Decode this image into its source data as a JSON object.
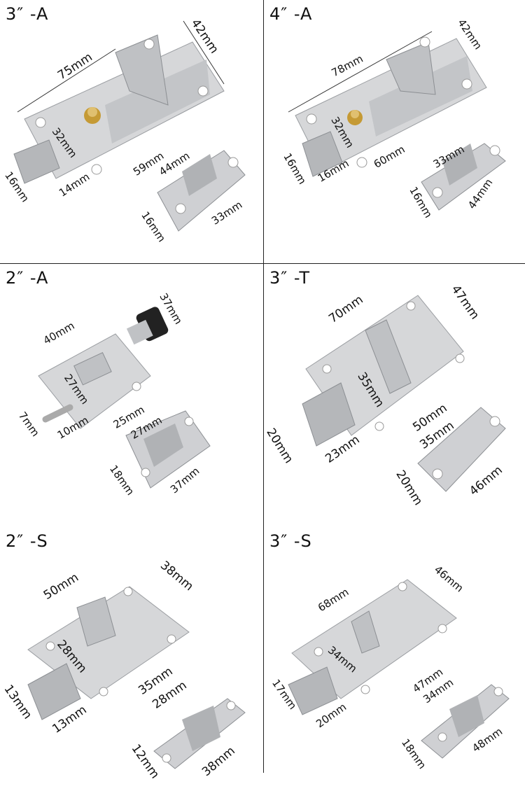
{
  "colors": {
    "steel_light": "#d9dadc",
    "steel_mid": "#b4b6b9",
    "steel_dark": "#8c8f93",
    "brass": "#c59a35",
    "knob": "#222222",
    "divider": "#222222"
  },
  "panels": [
    {
      "model": "3″ -A",
      "dims": [
        "75mm",
        "42mm",
        "32mm",
        "59mm",
        "44mm",
        "16mm",
        "14mm",
        "16mm",
        "33mm"
      ]
    },
    {
      "model": "4″ -A",
      "dims": [
        "78mm",
        "42mm",
        "32mm",
        "60mm",
        "33mm",
        "16mm",
        "16mm",
        "16mm",
        "44mm"
      ]
    },
    {
      "model": "2″ -A",
      "dims": [
        "40mm",
        "37mm",
        "27mm",
        "25mm",
        "7mm",
        "10mm",
        "27mm",
        "18mm",
        "37mm"
      ]
    },
    {
      "model": "3″ -T",
      "dims": [
        "70mm",
        "47mm",
        "35mm",
        "50mm",
        "35mm",
        "20mm",
        "23mm",
        "20mm",
        "46mm"
      ]
    },
    {
      "model": "2″ -S",
      "dims": [
        "50mm",
        "38mm",
        "28mm",
        "35mm",
        "28mm",
        "13mm",
        "13mm",
        "12mm",
        "38mm"
      ]
    },
    {
      "model": "3″ -S",
      "dims": [
        "68mm",
        "46mm",
        "34mm",
        "47mm",
        "34mm",
        "17mm",
        "20mm",
        "18mm",
        "48mm"
      ]
    }
  ]
}
